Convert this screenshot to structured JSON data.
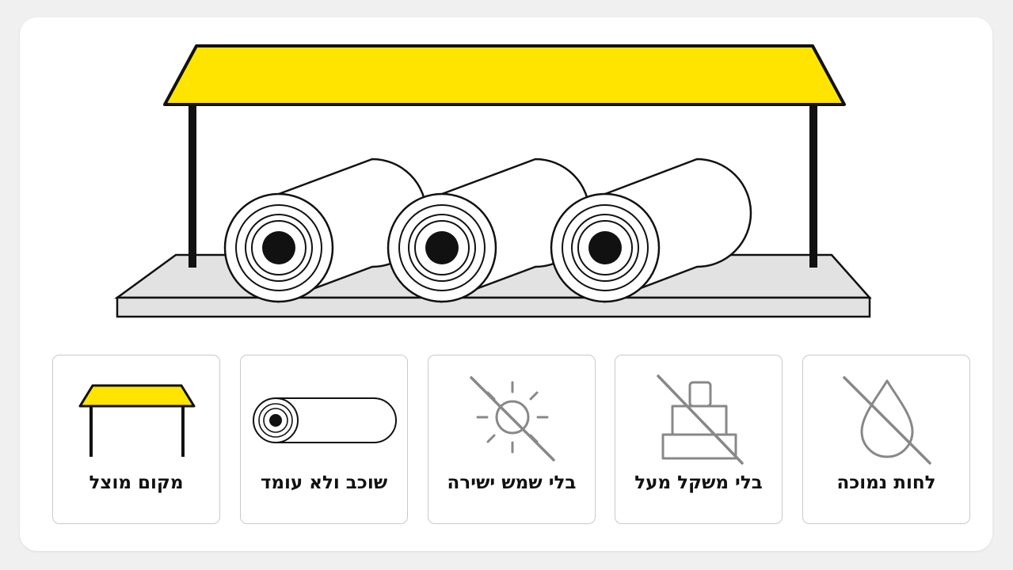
{
  "colors": {
    "background": "#f0f0f0",
    "card": "#ffffff",
    "canopy": "#ffe400",
    "outline": "#111111",
    "floor": "#e2e2e2",
    "icon_gray": "#888888",
    "text": "#111111"
  },
  "scene": {
    "description_icons": [
      "canopy-icon",
      "pipe-roll-icon"
    ]
  },
  "tiles": [
    {
      "icon": "canopy-icon",
      "label": "מקום מוצל"
    },
    {
      "icon": "pipe-roll-lying-icon",
      "label": "שוכב ולא עומד"
    },
    {
      "icon": "no-sun-icon",
      "label": "בלי שמש ישירה"
    },
    {
      "icon": "no-weight-icon",
      "label": "בלי משקל מעל"
    },
    {
      "icon": "no-water-drop-icon",
      "label": "לחות נמוכה"
    }
  ]
}
